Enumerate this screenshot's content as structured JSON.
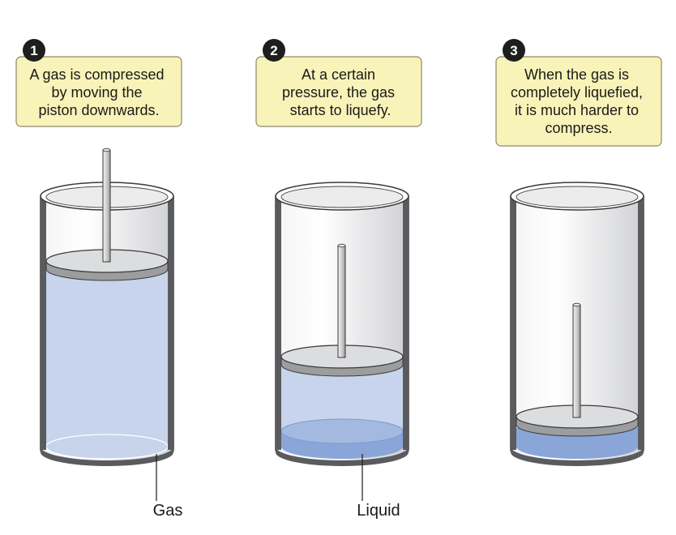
{
  "colors": {
    "callout_fill": "#f8f3b8",
    "callout_stroke": "#8a8a6a",
    "badge": "#1e1e1e",
    "gas": "#c8d4ec",
    "liquid": "#8aa6d8",
    "cylinder_glass": "#e6e7e9",
    "piston": "#d8d9db",
    "outline": "#3a3a3a"
  },
  "steps": [
    {
      "number": "1",
      "lines": [
        "A gas is compressed",
        "by moving the",
        "piston downwards."
      ]
    },
    {
      "number": "2",
      "lines": [
        "At a certain",
        "pressure, the gas",
        "starts to liquefy."
      ]
    },
    {
      "number": "3",
      "lines": [
        "When the gas is",
        "completely liquefied,",
        "it is much harder to",
        "compress."
      ]
    }
  ],
  "labels": {
    "gas": "Gas",
    "liquid": "Liquid"
  }
}
